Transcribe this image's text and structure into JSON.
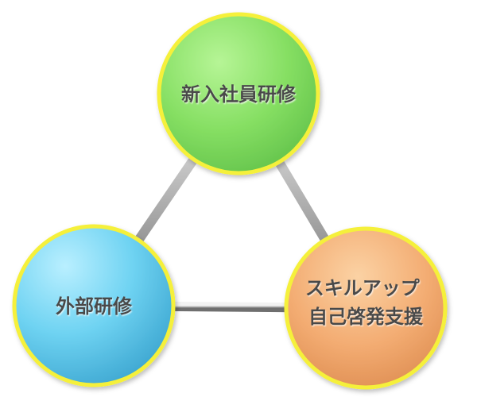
{
  "diagram": {
    "nodes": [
      {
        "id": "training-new-employee",
        "lines": [
          "新入社員研修"
        ],
        "color": "#7fdc5a"
      },
      {
        "id": "training-external",
        "lines": [
          "外部研修"
        ],
        "color": "#5cc8ee"
      },
      {
        "id": "training-skillup",
        "lines": [
          "スキルアップ",
          "自己啓発支援"
        ],
        "color": "#f2a86a"
      }
    ],
    "edges": [
      {
        "from": "training-new-employee",
        "to": "training-external"
      },
      {
        "from": "training-external",
        "to": "training-skillup"
      },
      {
        "from": "training-skillup",
        "to": "training-new-employee"
      }
    ],
    "colors": {
      "ring": "#f5f03a",
      "connector": "#8c8c8c",
      "label": "#4a4a4a"
    }
  }
}
